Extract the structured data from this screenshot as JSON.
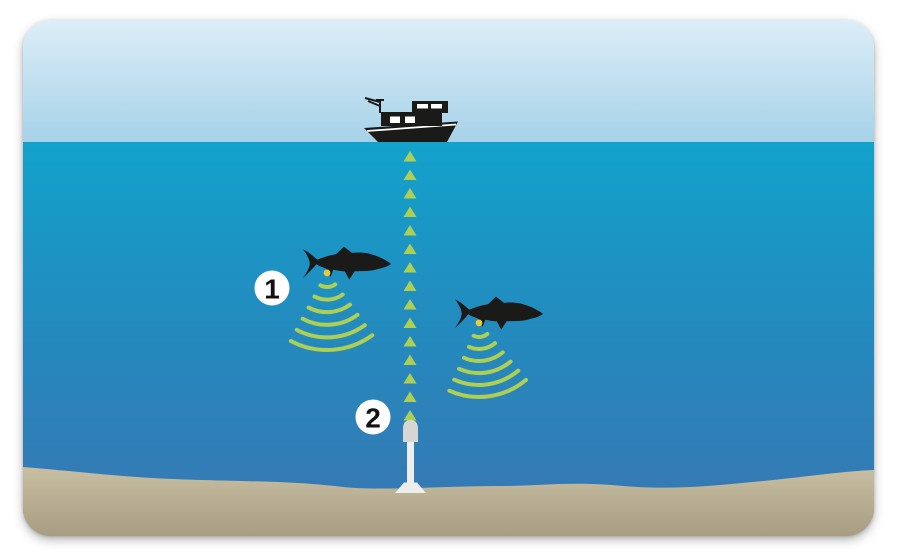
{
  "scene": {
    "markers": [
      {
        "number": "1"
      },
      {
        "number": "2"
      }
    ],
    "ping_trail": {
      "count": 15
    }
  },
  "colors": {
    "sky_top": "#dceef8",
    "sky_bottom": "#a6d2e8",
    "water_top": "#12a2cb",
    "water_mid": "#2489bd",
    "water_bottom": "#3a76b3",
    "sand_top": "#c8bfa3",
    "sand_bottom": "#a89d82",
    "silhouette": "#1a1a18",
    "signal_green": "#aecf52",
    "tag_yellow": "#e5cd3e",
    "receiver_body": "#ededeb",
    "receiver_cap": "#d6d6d4",
    "marker_bg": "#ffffff",
    "marker_text": "#111111"
  }
}
